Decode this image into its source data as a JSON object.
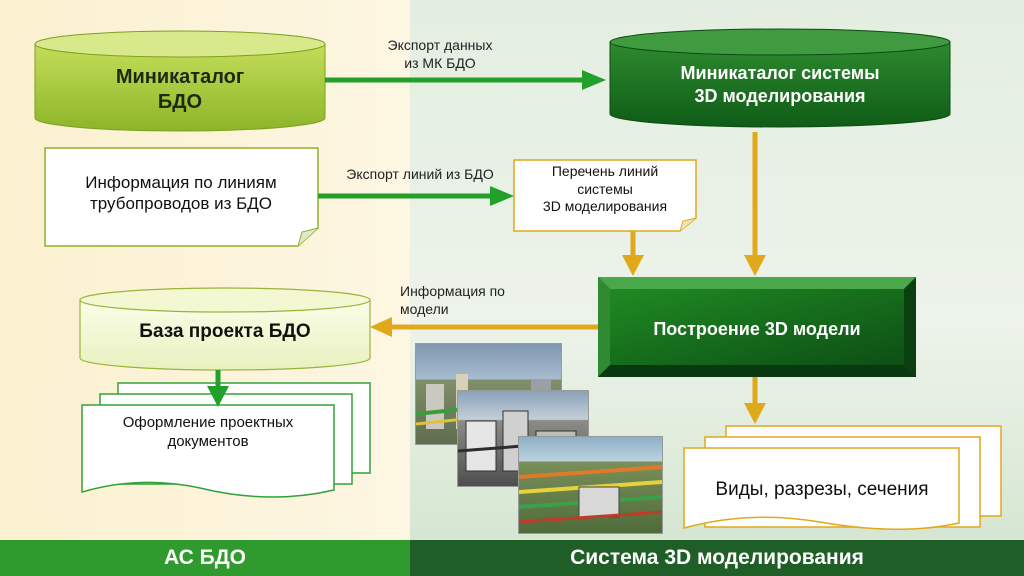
{
  "nodes": {
    "minicatalog_bdo": "Миникаталог\nБДО",
    "minicatalog_3d": "Миникаталог системы\n3D моделирования",
    "pipeline_info": "Информация по линиям\nтрубопроводов из БДО",
    "line_list": "Перечень линий\nсистемы\n3D моделирования",
    "project_db": "База проекта БДО",
    "build_model": "Построение 3D модели",
    "documents": "Оформление проектных\nдокументов",
    "views": "Виды, разрезы, сечения"
  },
  "edges": {
    "export_data": "Экспорт данных\nиз МК БДО",
    "export_lines": "Экспорт линий из БДО",
    "model_info": "Информация по\nмодели"
  },
  "footer": {
    "left": "АС БДО",
    "right": "Система 3D моделирования"
  },
  "colors": {
    "left_bg": "#fbf0cf",
    "right_bg": "#e3eee0",
    "left_footer": "#2f9b2f",
    "right_footer": "#1f5e26",
    "green_arrow": "#22a02a",
    "orange_arrow": "#e0a91c",
    "dark_green": "#15701f"
  },
  "icons": {
    "plant_images": "3d-plant-model-screenshots"
  }
}
